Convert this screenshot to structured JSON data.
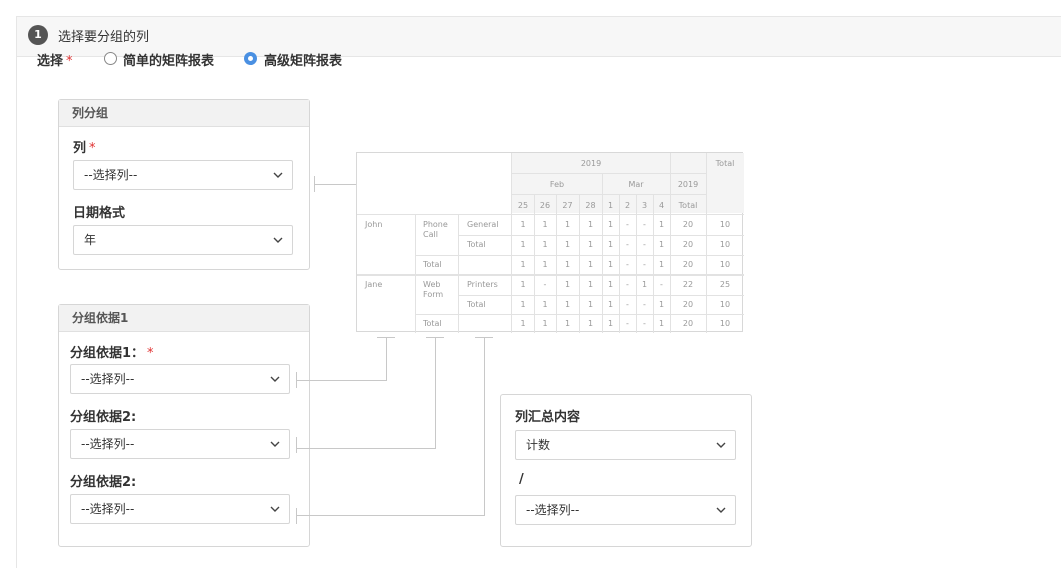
{
  "step": {
    "number": "1",
    "title": "选择要分组的列"
  },
  "selector": {
    "label": "选择",
    "required_mark": "*",
    "options": [
      {
        "label": "简单的矩阵报表",
        "selected": false
      },
      {
        "label": "高级矩阵报表",
        "selected": true
      }
    ]
  },
  "column_group": {
    "header": "列分组",
    "column_label": "列",
    "required_mark": "*",
    "column_value": "--选择列--",
    "date_format_label": "日期格式",
    "date_format_value": "年"
  },
  "group_by": {
    "header": "分组依据1",
    "fields": [
      {
        "label": "分组依据1：",
        "required_mark": "*",
        "value": "--选择列--"
      },
      {
        "label": "分组依据2:",
        "value": "--选择列--"
      },
      {
        "label": "分组依据2:",
        "value": "--选择列--"
      }
    ]
  },
  "summary": {
    "header": "列汇总内容",
    "value": "计数",
    "slash": "/",
    "column_value": "--选择列--"
  },
  "preview": {
    "year": "2019",
    "total_col": "Total",
    "months": [
      "Feb",
      "Mar"
    ],
    "year2": "2019",
    "feb_days": [
      "25",
      "26",
      "27",
      "28"
    ],
    "mar_days": [
      "1",
      "2",
      "3",
      "4"
    ],
    "total_sub": "Total",
    "rows": [
      {
        "name": "John",
        "sub": "Phone Call",
        "cat": "General",
        "vals": [
          "1",
          "1",
          "1",
          "1",
          "1",
          "-",
          "-",
          "1"
        ],
        "t1": "20",
        "t2": "10"
      },
      {
        "name": "",
        "sub": "",
        "cat": "Total",
        "vals": [
          "1",
          "1",
          "1",
          "1",
          "1",
          "-",
          "-",
          "1"
        ],
        "t1": "20",
        "t2": "10"
      },
      {
        "name": "",
        "sub": "Total",
        "cat": "",
        "vals": [
          "1",
          "1",
          "1",
          "1",
          "1",
          "-",
          "-",
          "1"
        ],
        "t1": "20",
        "t2": "10"
      },
      {
        "name": "Jane",
        "sub": "Web Form",
        "cat": "Printers",
        "vals": [
          "1",
          "-",
          "1",
          "1",
          "1",
          "-",
          "1",
          "-"
        ],
        "t1": "22",
        "t2": "25"
      },
      {
        "name": "",
        "sub": "",
        "cat": "Total",
        "vals": [
          "1",
          "1",
          "1",
          "1",
          "1",
          "-",
          "-",
          "1"
        ],
        "t1": "20",
        "t2": "10"
      },
      {
        "name": "",
        "sub": "Total",
        "cat": "",
        "vals": [
          "1",
          "1",
          "1",
          "1",
          "1",
          "-",
          "-",
          "1"
        ],
        "t1": "20",
        "t2": "10"
      }
    ]
  },
  "colors": {
    "accent": "#4a90e2",
    "required": "#e03030",
    "badge": "#555555"
  }
}
